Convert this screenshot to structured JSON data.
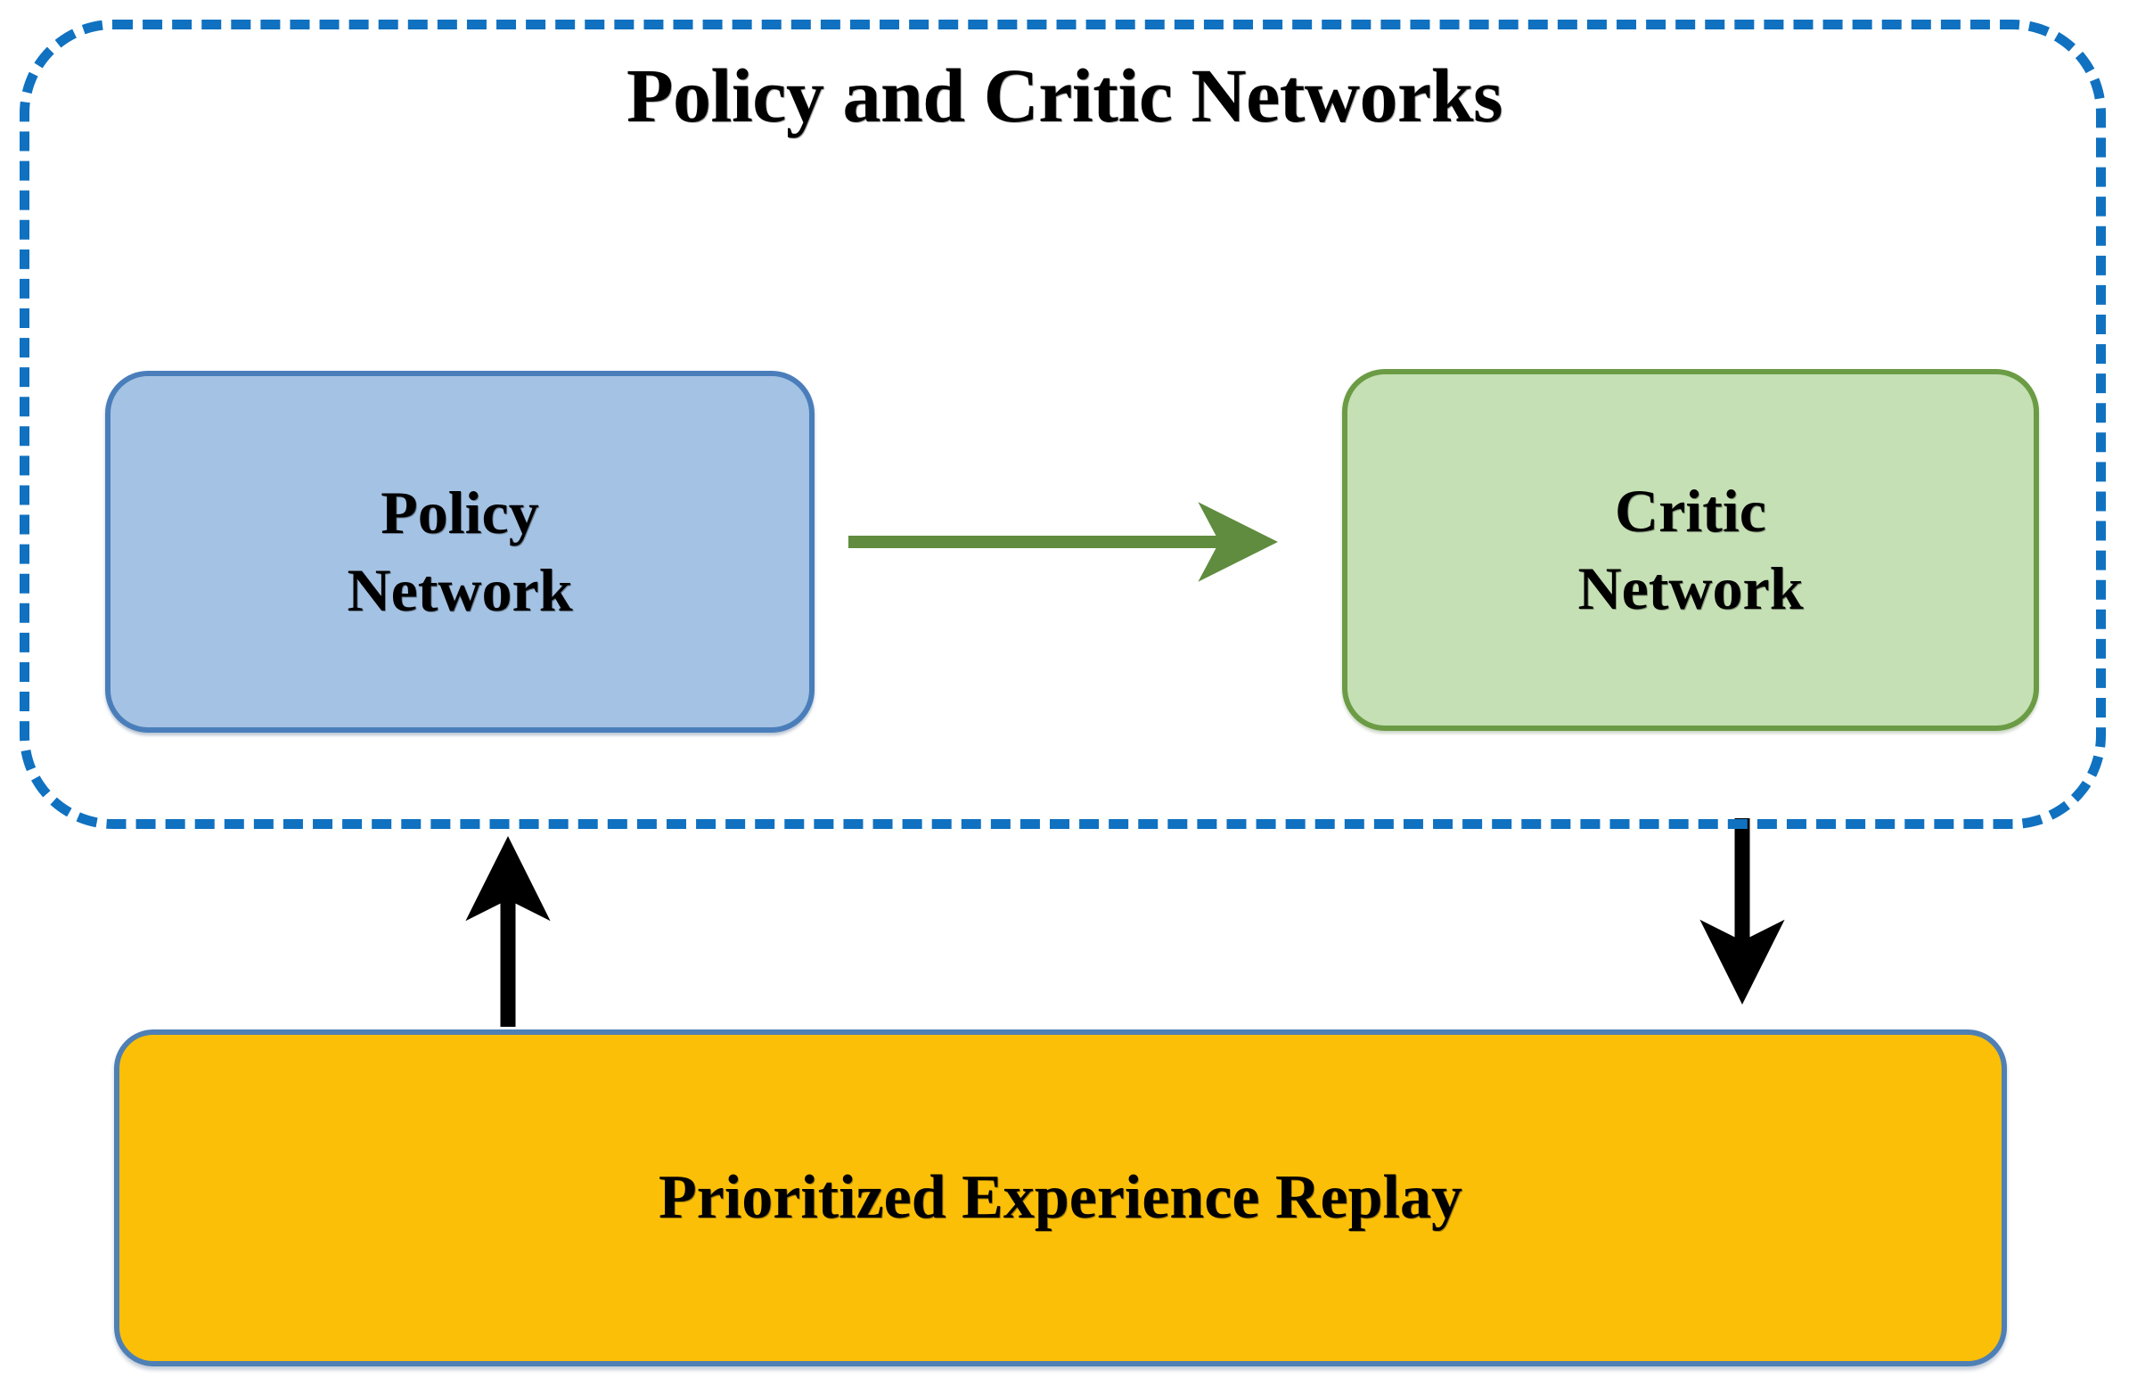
{
  "diagram": {
    "title": "Policy and Critic Networks",
    "group_container": {
      "name": "Policy and Critic Networks",
      "border_style": "dashed",
      "border_color": "#1071C0"
    },
    "nodes": [
      {
        "id": "policy-network",
        "line1": "Policy",
        "line2": "Network",
        "fill_color": "#A4C2E3",
        "border_color": "#4A7EBB"
      },
      {
        "id": "critic-network",
        "line1": "Critic",
        "line2": "Network",
        "fill_color": "#C5E0B4",
        "border_color": "#6B9C45"
      },
      {
        "id": "prioritized-experience-replay",
        "label": "Prioritized Experience Replay",
        "fill_color": "#FBBF08",
        "border_color": "#4E7FB5"
      }
    ],
    "connectors": [
      {
        "id": "policy-to-critic",
        "from": "policy-network",
        "to": "critic-network",
        "direction": "right",
        "color": "#5F8C3E"
      },
      {
        "id": "replay-to-policy",
        "from": "prioritized-experience-replay",
        "to": "policy-network",
        "direction": "up",
        "color": "#000000"
      },
      {
        "id": "critic-to-replay",
        "from": "critic-network",
        "to": "prioritized-experience-replay",
        "direction": "down",
        "color": "#000000"
      }
    ]
  }
}
